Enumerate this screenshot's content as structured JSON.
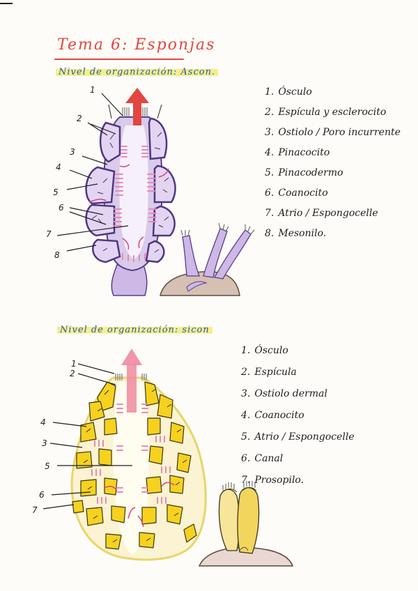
{
  "page": {
    "title": "Tema 6: Esponjas"
  },
  "ascon": {
    "heading": "Nivel de organización: Ascon.",
    "legend": [
      {
        "number": "1.",
        "text": "Ósculo"
      },
      {
        "number": "2.",
        "text": "Espícula y esclerocito"
      },
      {
        "number": "3.",
        "text": "Ostiolo / Poro incurrente"
      },
      {
        "number": "4.",
        "text": "Pinacocito"
      },
      {
        "number": "5.",
        "text": "Pinacodermo"
      },
      {
        "number": "6.",
        "text": "Coanocito"
      },
      {
        "number": "7.",
        "text": "Atrio / Espongocelle"
      },
      {
        "number": "8.",
        "text": "Mesonilo."
      }
    ],
    "callouts": [
      "1",
      "2",
      "3",
      "4",
      "5",
      "6",
      "7",
      "8"
    ],
    "colors": {
      "body": "#d9cbe9",
      "outline": "#5a3d8c",
      "collar": "#e58bb8",
      "arrow": "#e2463f"
    }
  },
  "sicon": {
    "heading": "Nivel de organización: sicon",
    "legend": [
      {
        "number": "1.",
        "text": "Ósculo"
      },
      {
        "number": "2.",
        "text": "Espícula"
      },
      {
        "number": "3.",
        "text": "Ostiolo dermal"
      },
      {
        "number": "4.",
        "text": "Coanocito"
      },
      {
        "number": "5.",
        "text": "Atrio / Espongocelle"
      },
      {
        "number": "6.",
        "text": "Canal"
      },
      {
        "number": "7.",
        "text": "Prosopilo."
      }
    ],
    "callouts": [
      "1",
      "2",
      "4",
      "3",
      "5",
      "6",
      "7"
    ],
    "colors": {
      "body": "#fbf3d2",
      "canal": "#f6d21e",
      "outline": "#3a3418",
      "collar": "#e58bb8",
      "arrow": "#f08aa0"
    }
  }
}
